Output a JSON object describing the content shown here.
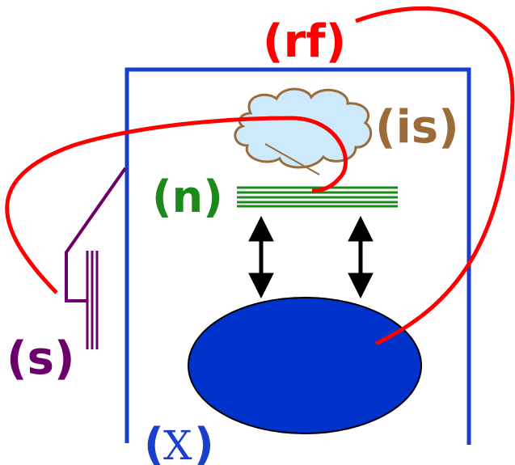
{
  "labels": {
    "rf": "(rf)",
    "is": "(is)",
    "n": "(n)",
    "s": "(s)",
    "x_open": "(",
    "x_letter": "X",
    "x_close": ")"
  },
  "colors": {
    "frame": "#1a3fcc",
    "rf": "#ff0000",
    "is": "#9b6b3a",
    "cloud_fill": "#cdeafc",
    "n": "#1b8a1b",
    "s": "#6b006b",
    "ellipse": "#0033cc",
    "arrow": "#000000"
  },
  "icons": {
    "cloud": "cloud-icon",
    "arrows": "double-headed-arrow"
  }
}
